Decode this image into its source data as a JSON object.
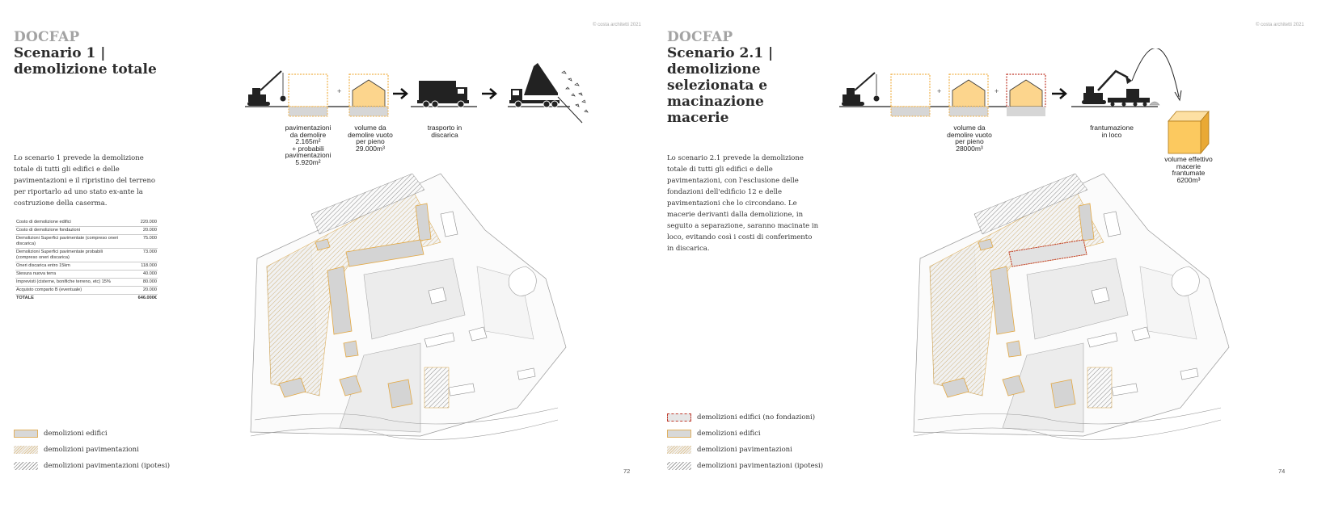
{
  "left": {
    "header_note": "© costa architetti 2021",
    "brand": "DOCFAP",
    "title_line1": "Scenario 1 |",
    "title_line2": "demolizione totale",
    "intro": "Lo scenario 1 prevede la demolizione totale di tutti gli edifici e delle pavimentazioni e il ripristino del terreno per riportarlo ad uno stato ex-ante la costruzione della caserma.",
    "diagram_labels": {
      "pav_l1": "pavimentazioni",
      "pav_l2": "da demolire",
      "pav_l3": "2.165m²",
      "pav_l4": "+ probabili",
      "pav_l5": "pavimentazioni",
      "pav_l6": "5.920m²",
      "vol_l1": "volume da",
      "vol_l2": "demolire vuoto",
      "vol_l3": "per pieno",
      "vol_l4": "29.000m³",
      "tra_l1": "trasporto in",
      "tra_l2": "discarica"
    },
    "costs": [
      {
        "label": "Costo di demolizione edifici",
        "value": "220.000"
      },
      {
        "label": "Costo di demolizione fondazioni",
        "value": "20.000"
      },
      {
        "label": "Demolizioni Superfici pavimentate (compreso oneri discarica)",
        "value": "75.000"
      },
      {
        "label": "Demolizioni Superfici pavimentate probabili (compreso oneri discarica)",
        "value": "73.000"
      },
      {
        "label": "Oneri discarica entro 15km",
        "value": "118.000"
      },
      {
        "label": "Stesura nuova terra",
        "value": "40.000"
      },
      {
        "label": "Imprevisti (cisterne, bonifiche terreno, etc) 15%",
        "value": "80.000"
      },
      {
        "label": "Acquisto comparto B (eventuale)",
        "value": "20.000"
      }
    ],
    "total_label": "TOTALE",
    "total_value": "646.000€",
    "legend": [
      "demolizioni edifici",
      "demolizioni pavimentazioni",
      "demolizioni pavimentazioni (ipotesi)"
    ],
    "page_number": "72"
  },
  "right": {
    "header_note": "© costa architetti 2021",
    "brand": "DOCFAP",
    "title_line1": "Scenario 2.1 |",
    "title_line2": "demolizione",
    "title_line3": "selezionata e",
    "title_line4": "macinazione",
    "title_line5": "macerie",
    "intro": "Lo scenario 2.1 prevede la demolizione totale di tutti gli edifici e delle pavimentazioni, con l'esclusione delle fondazioni dell'edificio 12 e delle pavimentazioni che lo circondano. Le macerie derivanti dalla demolizione, in seguito a separazione, saranno macinate in loco, evitando così i costi di conferimento in discarica.",
    "diagram_labels": {
      "vol_l1": "volume da",
      "vol_l2": "demolire vuoto",
      "vol_l3": "per pieno",
      "vol_l4": "28000m³",
      "fra_l1": "frantumazione",
      "fra_l2": "in loco",
      "eff_l1": "volume effettivo",
      "eff_l2": "macerie",
      "eff_l3": "frantumate",
      "eff_l4": "6200m³"
    },
    "legend": [
      "demolizioni edifici (no fondazioni)",
      "demolizioni edifici",
      "demolizioni pavimentazioni",
      "demolizioni pavimentazioni (ipotesi)"
    ],
    "page_number": "74"
  },
  "colors": {
    "accent": "#f0b24a",
    "fill_yellow": "#fcd58d",
    "gray": "#d9d9d9",
    "red": "#c0392b"
  }
}
